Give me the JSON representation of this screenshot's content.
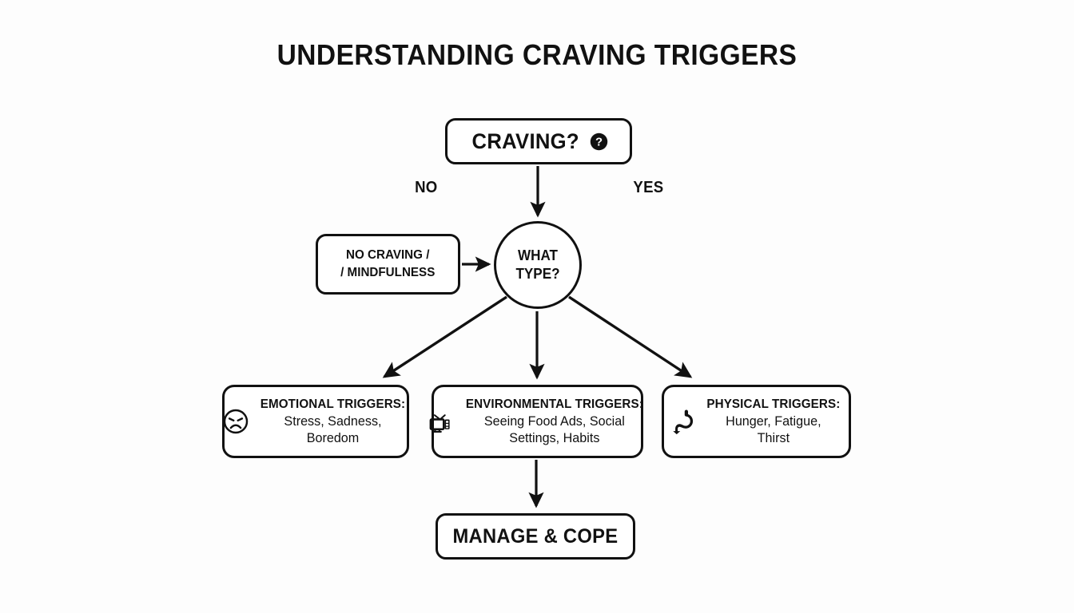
{
  "page": {
    "title": "UNDERSTANDING CRAVING TRIGGERS",
    "background_color": "#fdfdfd",
    "stroke_color": "#111111"
  },
  "flowchart": {
    "type": "decision-flowchart",
    "nodes": {
      "craving": {
        "label": "CRAVING?",
        "icon": "question-badge-icon",
        "shape": "rounded-rect"
      },
      "no_craving": {
        "line1": "NO CRAVING /",
        "line2": "/ MINDFULNESS",
        "shape": "rounded-rect"
      },
      "what_type": {
        "line1": "WHAT",
        "line2": "TYPE?",
        "shape": "circle"
      },
      "emotional": {
        "heading": "EMOTIONAL TRIGGERS:",
        "line1": "Stress, Sadness,",
        "line2": "Boredom",
        "icon": "sad-face-icon",
        "shape": "rounded-rect"
      },
      "environmental": {
        "heading": "ENVIRONMENTAL TRIGGERS:",
        "line1": "Seeing Food Ads, Social",
        "line2": "Settings, Habits",
        "icon": "television-icon",
        "shape": "rounded-rect"
      },
      "physical": {
        "heading": "PHYSICAL TRIGGERS:",
        "line1": "Hunger, Fatigue,",
        "line2": "Thirst",
        "icon": "stomach-icon",
        "shape": "rounded-rect"
      },
      "manage": {
        "label": "MANAGE & COPE",
        "shape": "rounded-rect"
      }
    },
    "branch_labels": {
      "no": "NO",
      "yes": "YES"
    },
    "edges": [
      {
        "from": "craving",
        "to": "what_type",
        "label": "",
        "direction": "down"
      },
      {
        "from": "no_craving",
        "to": "what_type",
        "label": "",
        "direction": "right"
      },
      {
        "from": "what_type",
        "to": "emotional",
        "label": "",
        "direction": "down-left"
      },
      {
        "from": "what_type",
        "to": "environmental",
        "label": "",
        "direction": "down"
      },
      {
        "from": "what_type",
        "to": "physical",
        "label": "",
        "direction": "down-right"
      },
      {
        "from": "environmental",
        "to": "manage",
        "label": "",
        "direction": "down"
      }
    ]
  }
}
